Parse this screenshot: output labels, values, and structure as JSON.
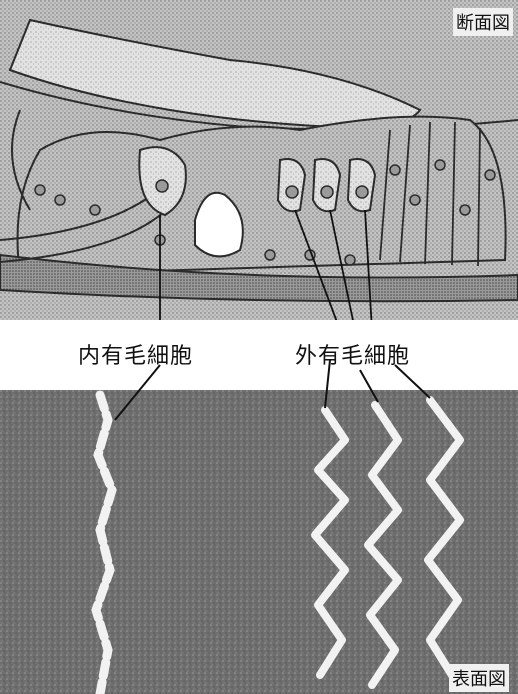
{
  "labels": {
    "cross_section": "断面図",
    "surface_view": "表面図",
    "inner_hair_cells": "内有毛細胞",
    "outer_hair_cells": "外有毛細胞"
  },
  "colors": {
    "stipple_dark": "#8a8a8a",
    "stipple_mid": "#b5b5b5",
    "stipple_light": "#d9d9d9",
    "line": "#2b2b2b",
    "photo_bg": "#6e6e6e",
    "bundle": "#f2f2f2"
  }
}
